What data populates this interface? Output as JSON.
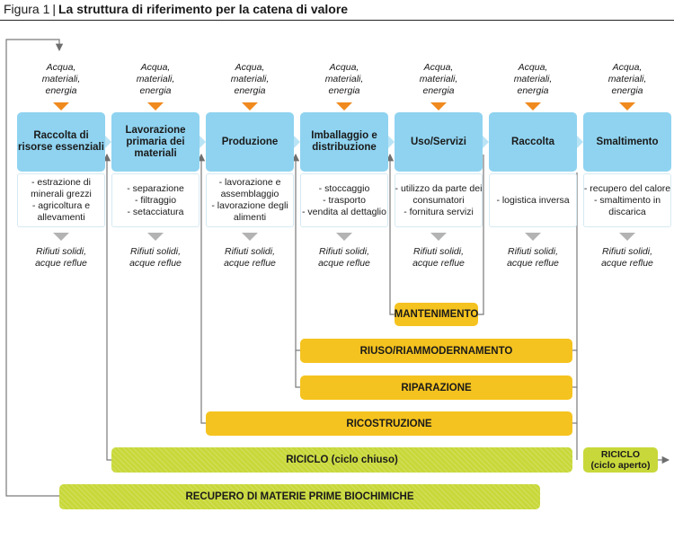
{
  "figure": {
    "label": "Figura 1",
    "separator": "|",
    "title": "La struttura di riferimento per la catena di valore"
  },
  "stages": [
    {
      "input": [
        "Acqua,",
        "materiali,",
        "energia"
      ],
      "name": "Raccolta di risorse essenziali",
      "activities": [
        "- estrazione di minerali grezzi",
        "- agricoltura e allevamenti"
      ],
      "waste": [
        "Rifiuti solidi,",
        "acque reflue"
      ]
    },
    {
      "input": [
        "Acqua,",
        "materiali,",
        "energia"
      ],
      "name": "Lavorazione primaria dei materiali",
      "activities": [
        "- separazione",
        "- filtraggio",
        "- setacciatura"
      ],
      "waste": [
        "Rifiuti solidi,",
        "acque reflue"
      ]
    },
    {
      "input": [
        "Acqua,",
        "materiali,",
        "energia"
      ],
      "name": "Produzione",
      "activities": [
        "- lavorazione e assemblaggio",
        "- lavorazione degli alimenti"
      ],
      "waste": [
        "Rifiuti solidi,",
        "acque reflue"
      ]
    },
    {
      "input": [
        "Acqua,",
        "materiali,",
        "energia"
      ],
      "name": "Imballaggio e distribuzione",
      "activities": [
        "- stoccaggio",
        "- trasporto",
        "- vendita al dettaglio"
      ],
      "waste": [
        "Rifiuti solidi,",
        "acque reflue"
      ]
    },
    {
      "input": [
        "Acqua,",
        "materiali,",
        "energia"
      ],
      "name": "Uso/Servizi",
      "activities": [
        "- utilizzo da parte dei consumatori",
        "- fornitura servizi"
      ],
      "waste": [
        "Rifiuti solidi,",
        "acque reflue"
      ]
    },
    {
      "input": [
        "Acqua,",
        "materiali,",
        "energia"
      ],
      "name": "Raccolta",
      "activities": [
        "- logistica inversa"
      ],
      "waste": [
        "Rifiuti solidi,",
        "acque reflue"
      ]
    },
    {
      "input": [
        "Acqua,",
        "materiali,",
        "energia"
      ],
      "name": "Smaltimento",
      "activities": [
        "- recupero del calore",
        "- smaltimento in discarica"
      ],
      "waste": [
        "Rifiuti solidi,",
        "acque reflue"
      ]
    }
  ],
  "loops": {
    "mantenimento": "MANTENIMENTO",
    "riuso": "RIUSO/RIAMMODERNAMENTO",
    "riparazione": "RIPARAZIONE",
    "ricostruzione": "RICOSTRUZIONE",
    "riciclo_chiuso": "RICICLO (ciclo chiuso)",
    "riciclo_aperto_title": "RICICLO",
    "riciclo_aperto_sub": "(ciclo aperto)",
    "recupero": "RECUPERO DI MATERIE PRIME BIOCHIMICHE"
  },
  "colors": {
    "stage": "#8fd3f0",
    "stage_arrow": "#b9e4f6",
    "input_arrow": "#f08a1e",
    "waste_arrow": "#b3b3b3",
    "loop_orange": "#f5c31f",
    "loop_green": "#c8d83a",
    "line": "#7a7a7a"
  }
}
